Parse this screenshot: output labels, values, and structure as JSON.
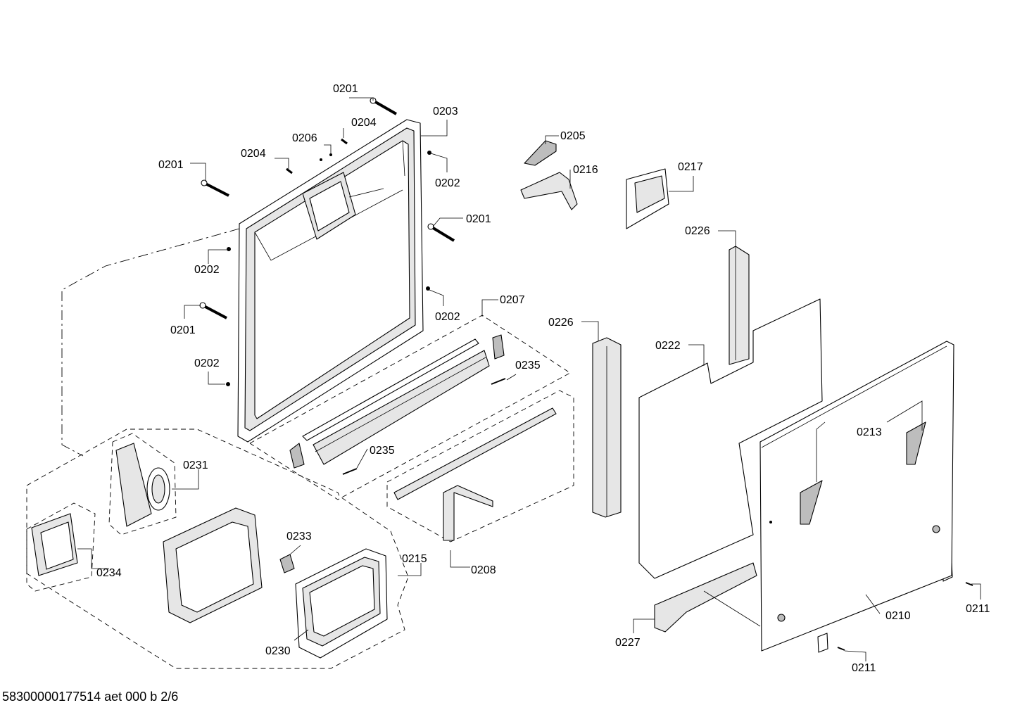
{
  "parts": [
    {
      "id": "l-0201-top",
      "text": "0201"
    },
    {
      "id": "l-0203",
      "text": "0203"
    },
    {
      "id": "l-0204-right",
      "text": "0204"
    },
    {
      "id": "l-0206",
      "text": "0206"
    },
    {
      "id": "l-0204-left",
      "text": "0204"
    },
    {
      "id": "l-0201-left",
      "text": "0201"
    },
    {
      "id": "l-0202-topright",
      "text": "0202"
    },
    {
      "id": "l-0201-right",
      "text": "0201"
    },
    {
      "id": "l-0202-left-upper",
      "text": "0202"
    },
    {
      "id": "l-0201-left-lower",
      "text": "0201"
    },
    {
      "id": "l-0202-right-lower",
      "text": "0202"
    },
    {
      "id": "l-0202-left-lower",
      "text": "0202"
    },
    {
      "id": "l-0205",
      "text": "0205"
    },
    {
      "id": "l-0216",
      "text": "0216"
    },
    {
      "id": "l-0217",
      "text": "0217"
    },
    {
      "id": "l-0226-upper",
      "text": "0226"
    },
    {
      "id": "l-0226-lower",
      "text": "0226"
    },
    {
      "id": "l-0222",
      "text": "0222"
    },
    {
      "id": "l-0207",
      "text": "0207"
    },
    {
      "id": "l-0235-upper",
      "text": "0235"
    },
    {
      "id": "l-0235-lower",
      "text": "0235"
    },
    {
      "id": "l-0213",
      "text": "0213"
    },
    {
      "id": "l-0231",
      "text": "0231"
    },
    {
      "id": "l-0233",
      "text": "0233"
    },
    {
      "id": "l-0215",
      "text": "0215"
    },
    {
      "id": "l-0234",
      "text": "0234"
    },
    {
      "id": "l-0208",
      "text": "0208"
    },
    {
      "id": "l-0230",
      "text": "0230"
    },
    {
      "id": "l-0210",
      "text": "0210"
    },
    {
      "id": "l-0211-right",
      "text": "0211"
    },
    {
      "id": "l-0227",
      "text": "0227"
    },
    {
      "id": "l-0211-bottom",
      "text": "0211"
    }
  ],
  "footer": {
    "drawing_id": "58300000177514 aet 000 b 2/6"
  }
}
